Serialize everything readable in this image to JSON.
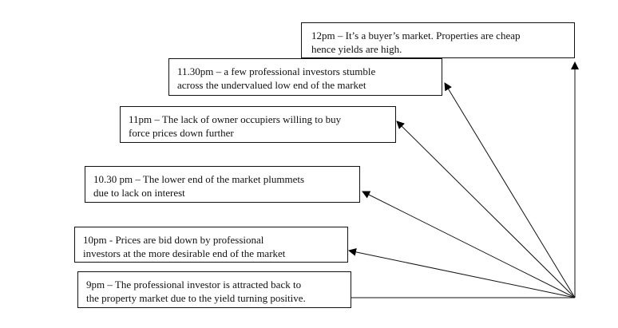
{
  "timeline": [
    {
      "id": "b12",
      "lines": [
        "12pm – It’s a buyer’s market. Properties are cheap",
        "hence yields are high."
      ]
    },
    {
      "id": "b1130",
      "lines": [
        "11.30pm – a few professional investors stumble",
        "across the undervalued low end of the market"
      ]
    },
    {
      "id": "b11",
      "lines": [
        "11pm – The lack of owner occupiers willing to buy",
        "force prices down further"
      ]
    },
    {
      "id": "b1030",
      "lines": [
        "10.30 pm – The lower end of the market plummets",
        "due to lack on interest"
      ]
    },
    {
      "id": "b10",
      "lines": [
        "10pm -  Prices are bid down by professional",
        "investors at the more desirable end of the market"
      ]
    },
    {
      "id": "b9",
      "lines": [
        "9pm – The professional investor is attracted back to",
        "the property market due to the yield turning positive."
      ]
    }
  ]
}
